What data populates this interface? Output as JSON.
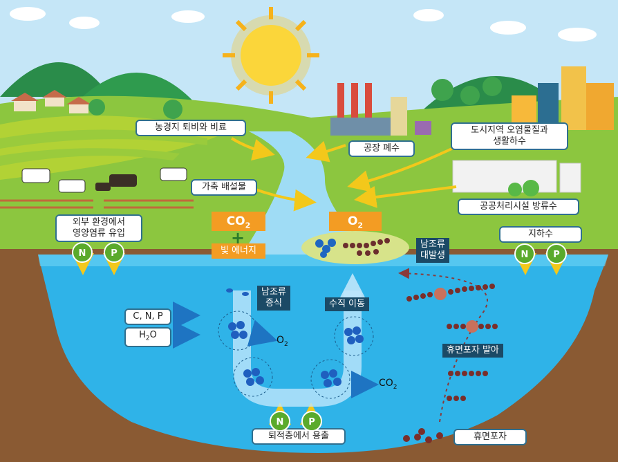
{
  "labels": {
    "farm_fertilizer": "농경지 퇴비와 비료",
    "factory_waste": "공장 폐수",
    "urban_pollutants_line1": "도시지역 오염물질과",
    "urban_pollutants_line2": "생활하수",
    "livestock_waste": "가축 배설물",
    "public_treatment": "공공처리시설 방류수",
    "external_nutrients_line1": "외부 환경에서",
    "external_nutrients_line2": "영양염류 유입",
    "groundwater": "지하수",
    "co2_symbol": "CO",
    "co2_sub": "2",
    "o2_symbol": "O",
    "o2_sub": "2",
    "plus": "+",
    "light_energy": "빛 에너지",
    "algae_bloom_line1": "남조류",
    "algae_bloom_line2": "대발생",
    "algae_growth_line1": "남조류",
    "algae_growth_line2": "증식",
    "vertical_move": "수직 이동",
    "cnp": "C, N, P",
    "h2o_main": "H",
    "h2o_sub": "2",
    "h2o_tail": "O",
    "o2_out_main": "O",
    "o2_out_sub": "2",
    "co2_out_main": "CO",
    "co2_out_sub": "2",
    "spore_germination": "휴면포자 발아",
    "sediment_release": "퇴적층에서 용출",
    "dormant_spore": "휴면포자",
    "n": "N",
    "p": "P"
  },
  "colors": {
    "sky": "#c5e6f7",
    "water": "#2fb3e8",
    "soil": "#8a5a33",
    "hill": "#7cc142",
    "arrow_yellow": "#f3c81b",
    "orange": "#f39c23",
    "label_border": "#2f6f8f",
    "dark_label": "#1b4a66"
  }
}
